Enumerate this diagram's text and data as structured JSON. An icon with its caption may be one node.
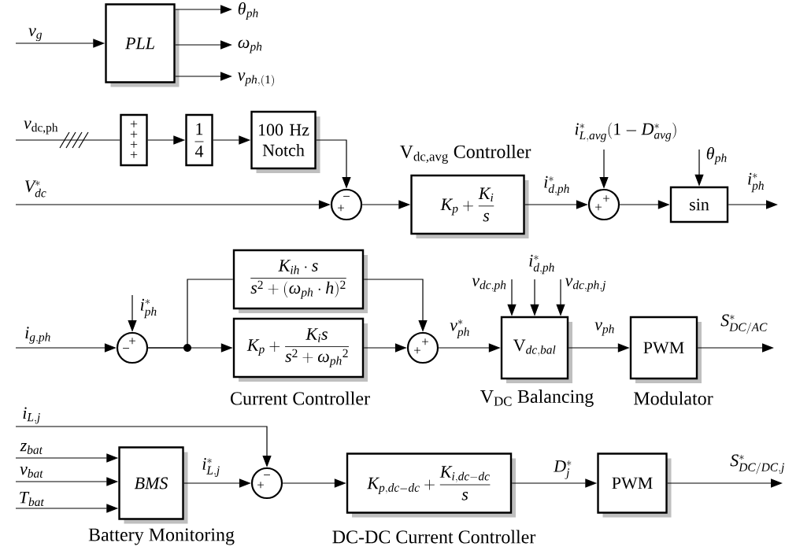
{
  "diagram": {
    "nodes": [
      {
        "text": [
          "PLL"
        ]
      },
      {
        "text": [
          "+",
          "+",
          "+",
          "+"
        ]
      },
      {
        "text": [
          "\\frac{1}{4}"
        ]
      },
      {
        "text": [
          "100 Hz Notch"
        ]
      },
      {
        "text": [
          "−",
          "+"
        ]
      },
      {
        "text": [
          "K_p+\\frac{K_i}{s}"
        ]
      },
      {
        "text": [
          "+",
          "+"
        ]
      },
      {
        "text": [
          "sin"
        ]
      },
      {
        "text": [
          "+",
          "−"
        ]
      },
      {
        "text": [
          "\\frac{K_{ih}\\cdot s}{s^2+(\\omega_{ph}\\cdot h)^2}"
        ]
      },
      {
        "text": [
          "K_p+\\frac{K_i s}{s^2+{\\omega_{ph}}^2}"
        ]
      },
      {
        "text": [
          "+",
          "+"
        ]
      },
      {
        "text": [
          "\\text{V}_{dc,bal}"
        ]
      },
      {
        "text": [
          "PWM"
        ]
      },
      {
        "text": [
          "BMS"
        ]
      },
      {
        "text": [
          "−",
          "+"
        ]
      },
      {
        "text": [
          "K_{p,dc-dc}+\\frac{K_{i,dc-dc}}{s}"
        ]
      },
      {
        "text": [
          "PWM"
        ]
      }
    ],
    "edges": [
      {
        "from": null,
        "to": 0,
        "arrow": "to",
        "label": "v_g"
      },
      {
        "from": 0,
        "to": null,
        "arrow": "to",
        "label": "\\theta_{ph}"
      },
      {
        "from": 0,
        "to": null,
        "arrow": "to",
        "label": "\\omega_{ph}"
      },
      {
        "from": 0,
        "to": null,
        "arrow": "to",
        "label": "v_{ph,(1)}"
      },
      {
        "from": null,
        "to": 1,
        "arrow": "none",
        "label": "v_{\\text{dc,ph}}"
      },
      {
        "from": 1,
        "to": 2,
        "arrow": "to"
      },
      {
        "from": 2,
        "to": 3,
        "arrow": "to"
      },
      {
        "from": 3,
        "to": 4,
        "arrow": "to"
      },
      {
        "from": null,
        "to": 4,
        "arrow": "to",
        "label": "V^*_{dc}"
      },
      {
        "from": 4,
        "to": 5,
        "arrow": "to"
      },
      {
        "from": 5,
        "to": 6,
        "arrow": "to",
        "label": "i^*_{d,ph}"
      },
      {
        "from": null,
        "to": 6,
        "arrow": "to",
        "label": "i^*_{L,avg}(1-D^*_{avg})"
      },
      {
        "from": 6,
        "to": 7,
        "arrow": "to"
      },
      {
        "from": null,
        "to": 7,
        "arrow": "to",
        "label": "\\theta_{ph}"
      },
      {
        "from": 7,
        "to": null,
        "arrow": "to",
        "label": "i^*_{ph}"
      },
      {
        "from": null,
        "to": 8,
        "arrow": "to",
        "label": "i_{g,ph}"
      },
      {
        "from": null,
        "to": 8,
        "arrow": "to",
        "label": "i^*_{ph}"
      },
      {
        "from": 8,
        "to": 9,
        "arrow": "none"
      },
      {
        "from": 8,
        "to": 10,
        "arrow": "to"
      },
      {
        "from": 9,
        "to": 11,
        "arrow": "to"
      },
      {
        "from": 10,
        "to": 11,
        "arrow": "to"
      },
      {
        "from": 11,
        "to": 12,
        "arrow": "to",
        "label": "v^*_{ph}"
      },
      {
        "from": null,
        "to": 12,
        "arrow": "to",
        "label": "v_{dc,ph}"
      },
      {
        "from": null,
        "to": 12,
        "arrow": "to",
        "label": "i^*_{d,ph}"
      },
      {
        "from": null,
        "to": 12,
        "arrow": "to",
        "label": "v_{dc,ph,j}"
      },
      {
        "from": 12,
        "to": 13,
        "arrow": "to",
        "label": "v_{ph}"
      },
      {
        "from": 13,
        "to": null,
        "arrow": "to",
        "label": "S^*_{DC/AC}"
      },
      {
        "from": null,
        "to": 15,
        "arrow": "to",
        "label": "i_{L,j}"
      },
      {
        "from": null,
        "to": 14,
        "arrow": "to",
        "label": "z_{bat}"
      },
      {
        "from": null,
        "to": 14,
        "arrow": "to",
        "label": "v_{bat}"
      },
      {
        "from": null,
        "to": 14,
        "arrow": "to",
        "label": "T_{bat}"
      },
      {
        "from": 14,
        "to": 15,
        "arrow": "to",
        "label": "i^*_{L,j}"
      },
      {
        "from": 15,
        "to": 16,
        "arrow": "to"
      },
      {
        "from": 16,
        "to": 17,
        "arrow": "to",
        "label": "D^*_j"
      },
      {
        "from": 17,
        "to": null,
        "arrow": "to",
        "label": "S^*_{DC/DC,j}"
      }
    ],
    "labels": [
      "V$_{dc,avg}$ Controller",
      "Current Controller",
      "V$_{DC}$ Balancing",
      "Modulator",
      "Battery Monitoring",
      "DC-DC Current Controller"
    ]
  }
}
